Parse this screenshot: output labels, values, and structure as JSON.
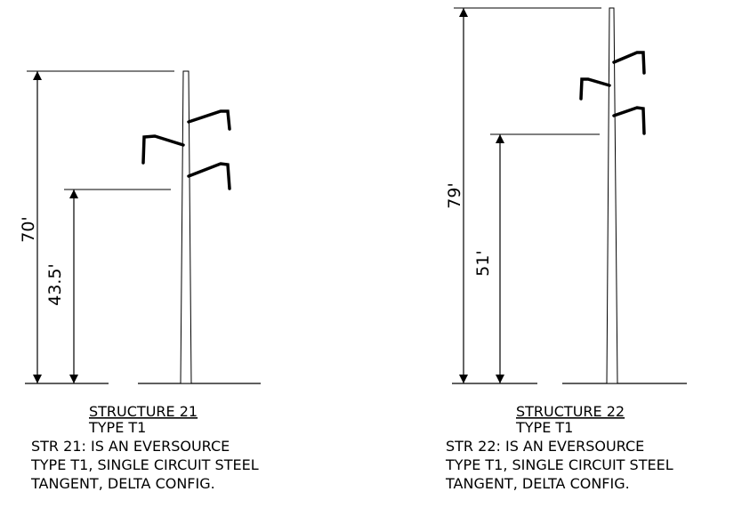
{
  "structures": [
    {
      "overall_height": "70'",
      "attach_height": "43.5'",
      "title": "STRUCTURE 21",
      "type": "TYPE T1",
      "notes": [
        "STR 21: IS AN EVERSOURCE",
        "TYPE T1, SINGLE CIRCUIT STEEL",
        "TANGENT, DELTA CONFIG."
      ]
    },
    {
      "overall_height": "79'",
      "attach_height": "51'",
      "title": "STRUCTURE 22",
      "type": "TYPE T1",
      "notes": [
        "STR 22: IS AN EVERSOURCE",
        "TYPE T1, SINGLE CIRCUIT STEEL",
        "TANGENT, DELTA CONFIG."
      ]
    }
  ]
}
